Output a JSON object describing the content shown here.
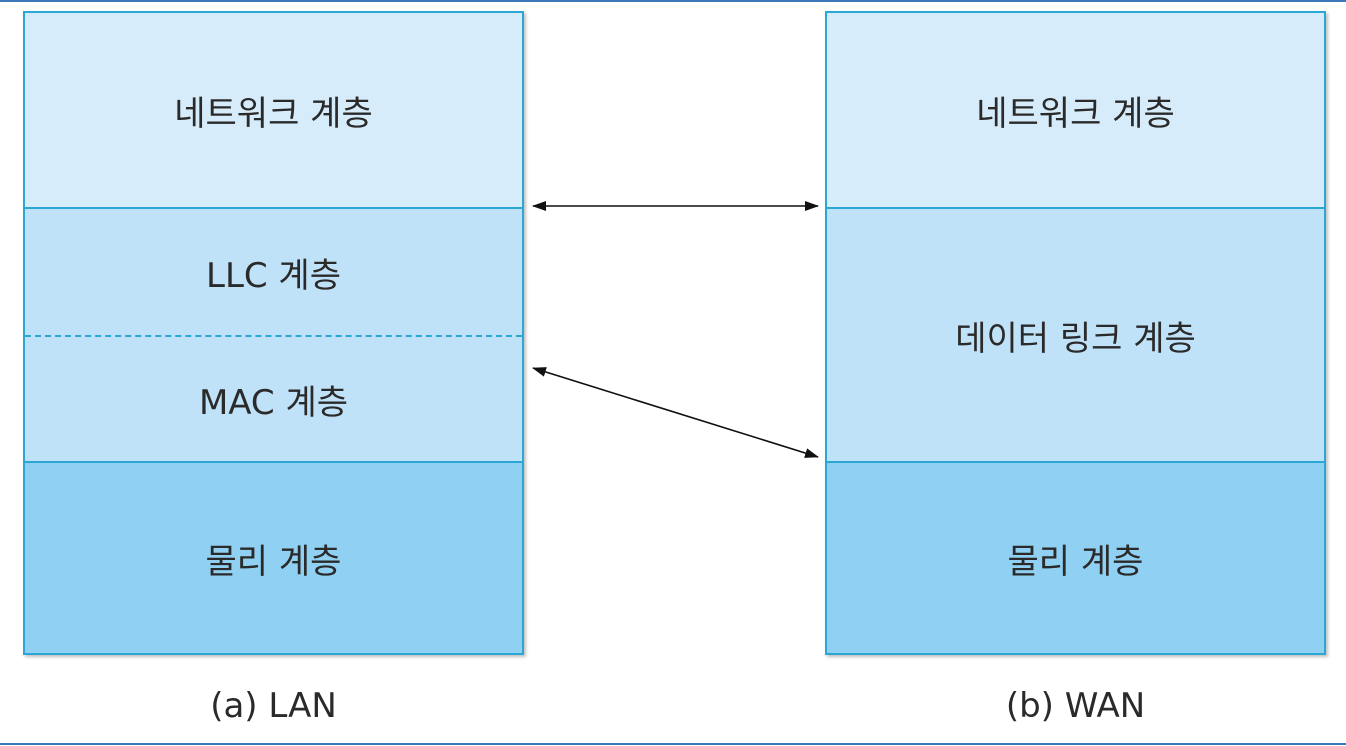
{
  "lan": {
    "network_layer": "네트워크 계층",
    "llc_layer": "LLC 계층",
    "mac_layer": "MAC 계층",
    "physical_layer": "물리 계층",
    "caption": "(a) LAN"
  },
  "wan": {
    "network_layer": "네트워크 계층",
    "data_link_layer": "데이터 링크 계층",
    "physical_layer": "물리 계층",
    "caption": "(b) WAN"
  },
  "colors": {
    "network_fill": "#d7ecfa",
    "data_link_fill": "#c0e2f9",
    "physical_fill": "#90d0f3",
    "border": "#2ba7d6",
    "frame": "#3a78b8"
  }
}
